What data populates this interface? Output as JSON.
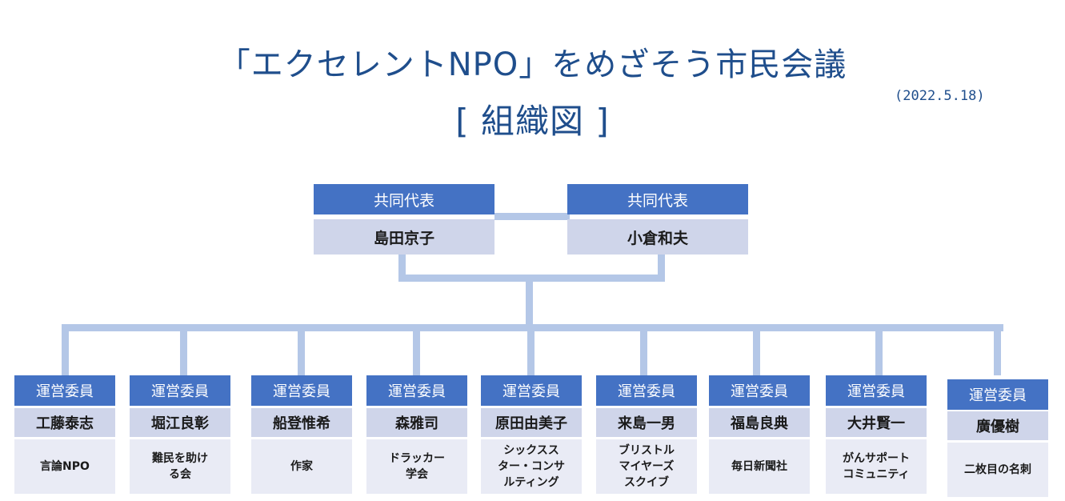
{
  "title": "「エクセレントNPO」をめざそう市民会議",
  "subtitle": "[ 組織図 ]",
  "date": "(2022.5.18)",
  "representatives": [
    {
      "role": "共同代表",
      "name": "島田京子"
    },
    {
      "role": "共同代表",
      "name": "小倉和夫"
    }
  ],
  "members": [
    {
      "role": "運営委員",
      "name": "工藤泰志",
      "org": "言論NPO"
    },
    {
      "role": "運営委員",
      "name": "堀江良彰",
      "org": "難民を助け\nる会"
    },
    {
      "role": "運営委員",
      "name": "船登惟希",
      "org": "作家"
    },
    {
      "role": "運営委員",
      "name": "森雅司",
      "org": "ドラッカー\n学会"
    },
    {
      "role": "運営委員",
      "name": "原田由美子",
      "org": "シックスス\nター・コンサ\nルティング"
    },
    {
      "role": "運営委員",
      "name": "来島一男",
      "org": "ブリストル\nマイヤーズ\nスクイブ"
    },
    {
      "role": "運営委員",
      "name": "福島良典",
      "org": "毎日新聞社"
    },
    {
      "role": "運営委員",
      "name": "大井賢一",
      "org": "がんサポート\nコミュニティ"
    },
    {
      "role": "運営委員",
      "name": "廣優樹",
      "org": "二枚目の名刺"
    }
  ],
  "colors": {
    "header": "#4472c4",
    "name_bg": "#cfd5ea",
    "org_bg": "#e9ebf5",
    "connector": "#b4c7e7",
    "title": "#1f4e8c"
  }
}
